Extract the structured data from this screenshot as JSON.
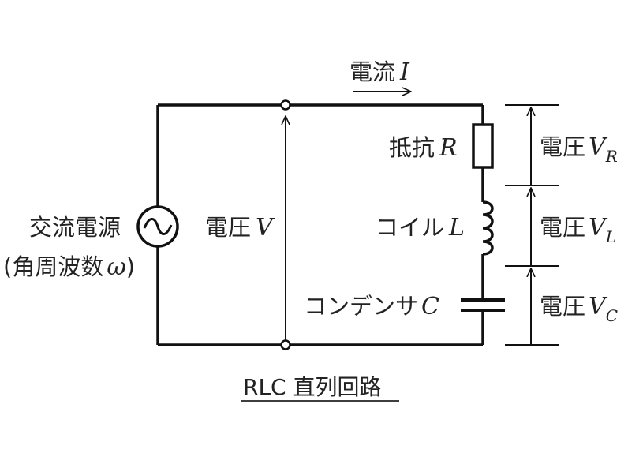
{
  "current": {
    "label": "電流",
    "symbol": "I"
  },
  "resistor": {
    "label": "抵抗",
    "symbol": "R"
  },
  "coil": {
    "label": "コイル",
    "symbol": "L"
  },
  "capacitor": {
    "label": "コンデンサ",
    "symbol": "C"
  },
  "source": {
    "label": "交流電源",
    "sub_open": "(角周波数",
    "sub_symbol": "ω",
    "sub_close": ")"
  },
  "total_voltage": {
    "label": "電圧",
    "symbol": "V"
  },
  "voltage_R": {
    "label": "電圧",
    "symbol": "V",
    "subscript": "R"
  },
  "voltage_L": {
    "label": "電圧",
    "symbol": "V",
    "subscript": "L"
  },
  "voltage_C": {
    "label": "電圧",
    "symbol": "V",
    "subscript": "C"
  },
  "caption": "RLC 直列回路"
}
